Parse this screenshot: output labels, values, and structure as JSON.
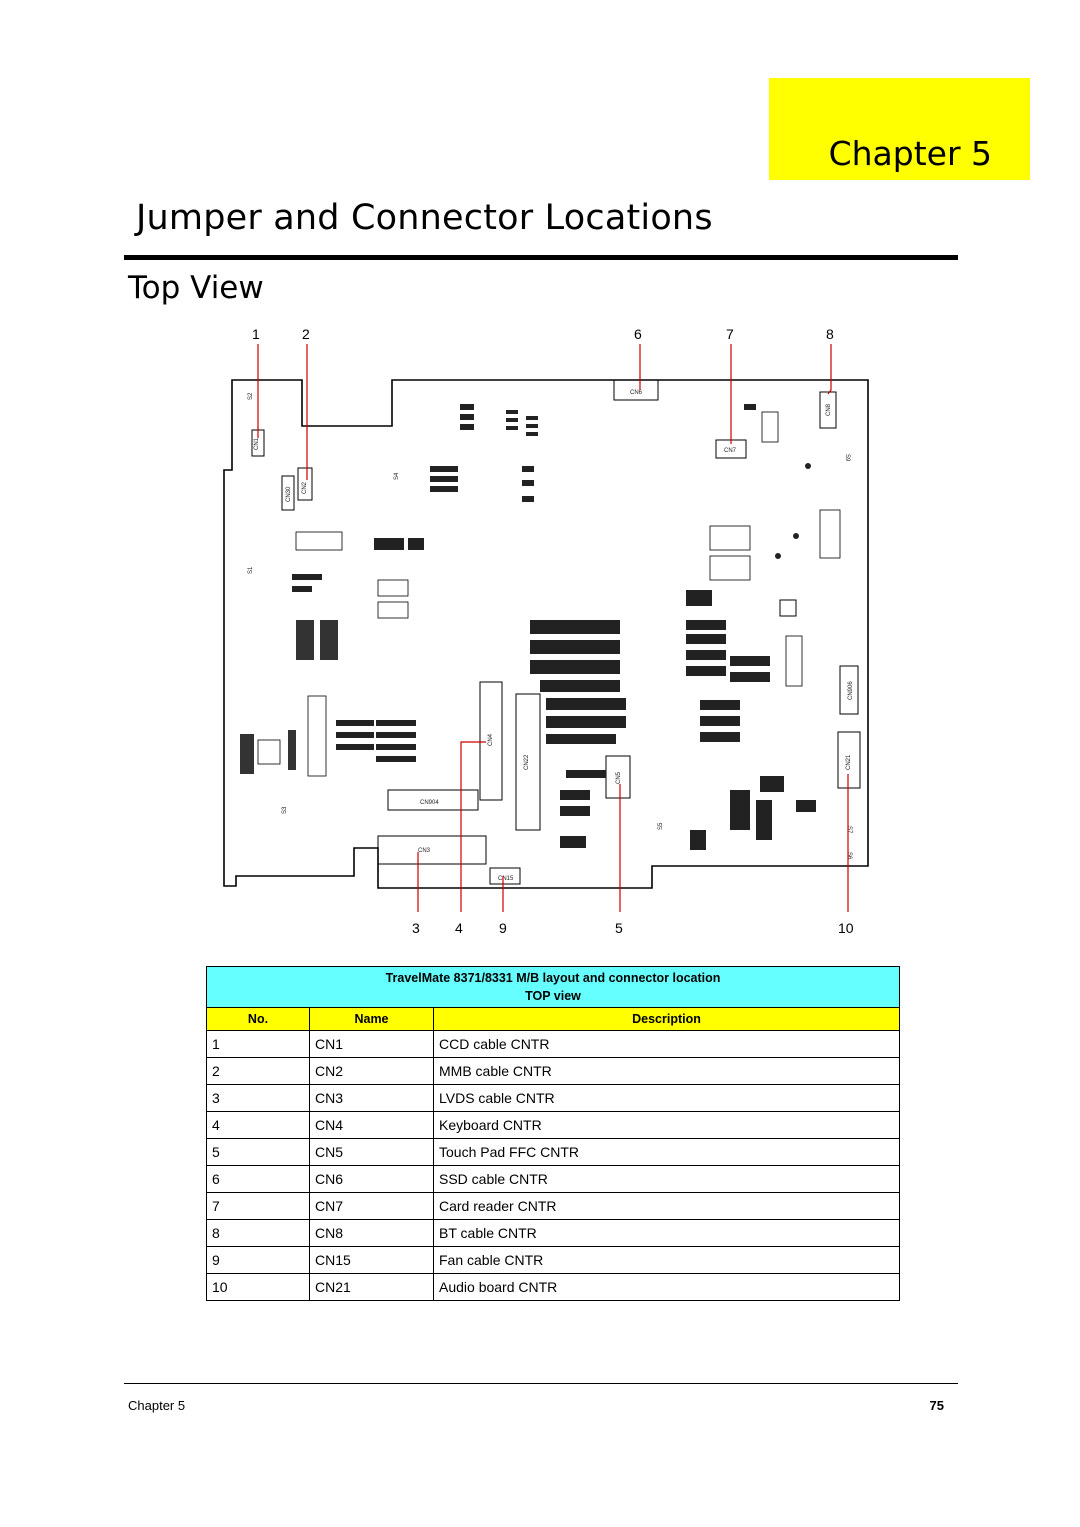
{
  "chapter_tab": "Chapter 5",
  "page_title": "Jumper and Connector Locations",
  "section_title": "Top View",
  "callouts": {
    "c1": "1",
    "c2": "2",
    "c6": "6",
    "c7": "7",
    "c8": "8",
    "c3": "3",
    "c4": "4",
    "c9": "9",
    "c5": "5",
    "c10": "10"
  },
  "board_labels": {
    "cn1": "CN1",
    "cn2": "CN2",
    "cn3": "CN3",
    "cn4": "CN4",
    "cn5": "CN5",
    "cn6": "CN6",
    "cn7": "CN7",
    "cn8": "CN8",
    "cn15": "CN15",
    "cn21": "CN21",
    "cn22": "CN22",
    "cn30": "CN30",
    "cn904": "CN904",
    "cn906": "CN906",
    "s1": "S1",
    "s2": "S2",
    "s3": "S3",
    "s4": "S4",
    "s5": "S5",
    "s6": "S6",
    "s7": "S7",
    "s9": "S9"
  },
  "table": {
    "caption_line1": "TravelMate 8371/8331 M/B layout and connector location",
    "caption_line2": "TOP view",
    "headers": {
      "no": "No.",
      "name": "Name",
      "description": "Description"
    },
    "rows": [
      {
        "no": "1",
        "name": "CN1",
        "description": "CCD cable CNTR"
      },
      {
        "no": "2",
        "name": "CN2",
        "description": "MMB cable CNTR"
      },
      {
        "no": "3",
        "name": "CN3",
        "description": "LVDS cable CNTR"
      },
      {
        "no": "4",
        "name": "CN4",
        "description": "Keyboard CNTR"
      },
      {
        "no": "5",
        "name": "CN5",
        "description": "Touch Pad FFC CNTR"
      },
      {
        "no": "6",
        "name": "CN6",
        "description": "SSD cable CNTR"
      },
      {
        "no": "7",
        "name": "CN7",
        "description": "Card reader CNTR"
      },
      {
        "no": "8",
        "name": "CN8",
        "description": "BT cable CNTR"
      },
      {
        "no": "9",
        "name": "CN15",
        "description": "Fan cable CNTR"
      },
      {
        "no": "10",
        "name": "CN21",
        "description": "Audio board CNTR"
      }
    ]
  },
  "footer": {
    "left": "Chapter 5",
    "page_number": "75"
  },
  "colors": {
    "chapter_tab_bg": "#ffff00",
    "caption_bg": "#66ffff",
    "header_bg": "#ffff00",
    "callout_line": "#cc0000"
  }
}
